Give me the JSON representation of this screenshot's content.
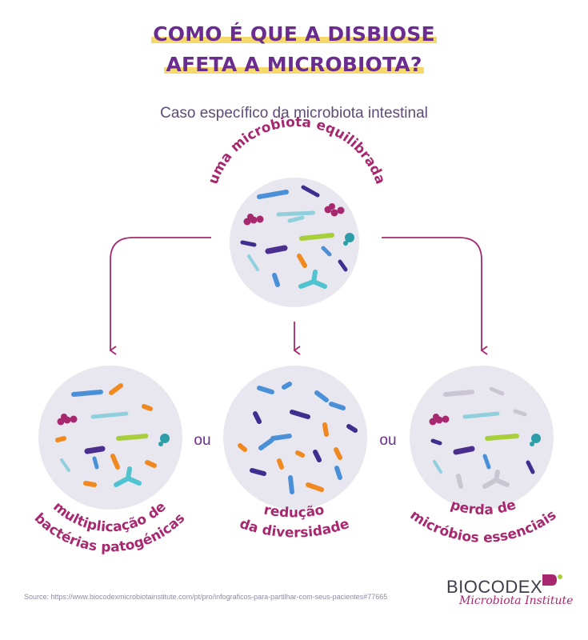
{
  "title": {
    "line1": "COMO É QUE A DISBIOSE",
    "line2": "AFETA A MICROBIOTA?"
  },
  "subtitle": "Caso específico da microbiota intestinal",
  "top_circle": {
    "label": "uma microbiota equilibrada"
  },
  "bottom_circles": [
    {
      "label_line1": "multiplicação de",
      "label_line2": "bactérias patogénicas"
    },
    {
      "label_line1": "redução",
      "label_line2": "da diversidade"
    },
    {
      "label_line1": "perda de",
      "label_line2": "micróbios essenciais"
    }
  ],
  "connector_word": "ou",
  "source": "Source: https://www.biocodexmicrobiotainstitute.com/pt/pro/infograficos-para-partilhar-com-seus-pacientes#77665",
  "logo": {
    "wordmark": "BIOCODEX",
    "tagline": "Microbiota Institute"
  },
  "colors": {
    "title": "#6b2c8f",
    "highlight": "#f7d86a",
    "label": "#a8286f",
    "circle": "#e8e6ef",
    "arrow": "#a8286f"
  }
}
